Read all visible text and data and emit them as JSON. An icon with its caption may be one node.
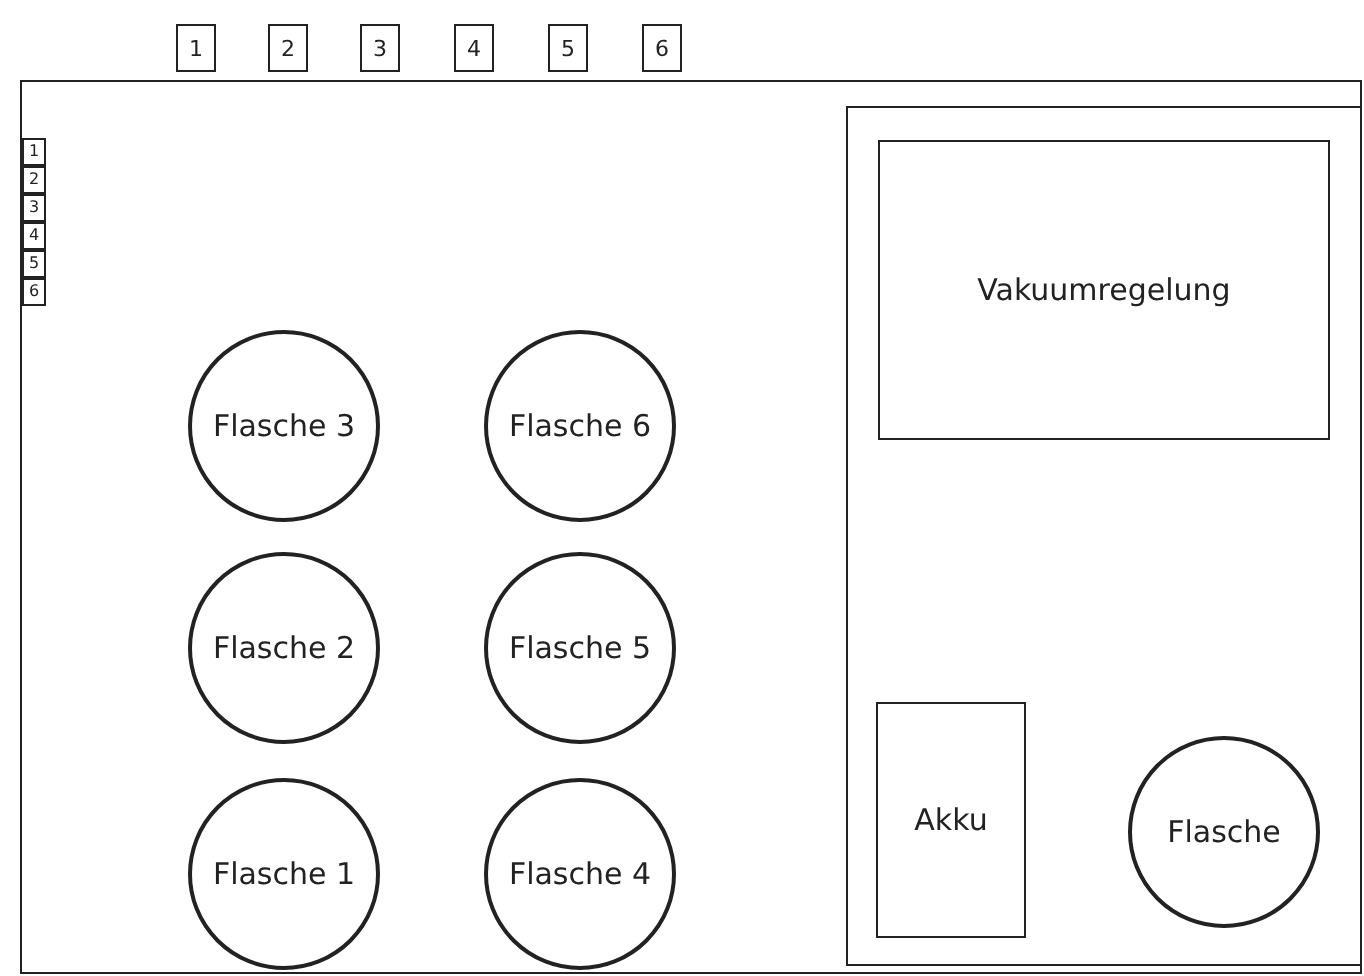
{
  "diagram": {
    "nodes": [
      {
        "text": [],
        "shape": "box"
      },
      {
        "text": [
          "1"
        ]
      },
      {
        "text": [
          "2"
        ]
      },
      {
        "text": [
          "3"
        ]
      },
      {
        "text": [
          "4"
        ]
      },
      {
        "text": [
          "5"
        ]
      },
      {
        "text": [
          "6"
        ]
      },
      {
        "text": [
          "1"
        ],
        "in": 0
      },
      {
        "text": [
          "2"
        ],
        "in": 0
      },
      {
        "text": [
          "3"
        ],
        "in": 0
      },
      {
        "text": [
          "4"
        ],
        "in": 0
      },
      {
        "text": [
          "5"
        ],
        "in": 0
      },
      {
        "text": [
          "6"
        ],
        "in": 0
      },
      {
        "text": [
          "Flasche 3"
        ],
        "in": 0
      },
      {
        "text": [
          "Flasche 6"
        ],
        "in": 0
      },
      {
        "text": [
          "Flasche 2"
        ],
        "in": 0
      },
      {
        "text": [
          "Flasche 5"
        ],
        "in": 0
      },
      {
        "text": [
          "Flasche 1"
        ],
        "in": 0
      },
      {
        "text": [
          "Flasche 4"
        ],
        "in": 0
      },
      {
        "text": [],
        "shape": "box",
        "in": 0
      },
      {
        "text": [
          "Vakuumregelung"
        ],
        "in": 19
      },
      {
        "text": [
          "Akku"
        ],
        "in": 19
      },
      {
        "text": [
          "Flasche"
        ],
        "in": 19
      }
    ]
  }
}
